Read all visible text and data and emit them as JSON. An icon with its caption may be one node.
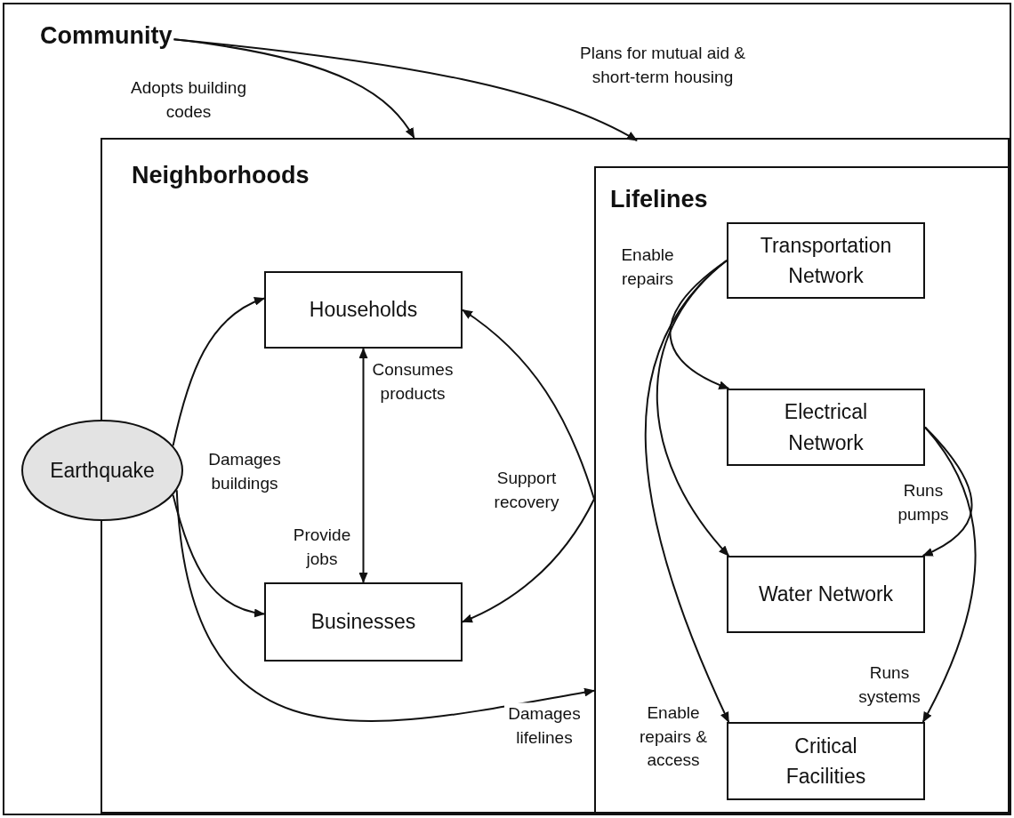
{
  "diagram": {
    "nodes": [
      {
        "text": [
          "Community"
        ]
      },
      {
        "text": [
          "Neighborhoods"
        ],
        "in": 0
      },
      {
        "text": [
          "Lifelines"
        ],
        "in": 1
      },
      {
        "text": [
          "Earthquake"
        ],
        "in": 0
      },
      {
        "text": [
          "Households"
        ],
        "in": 1
      },
      {
        "text": [
          "Businesses"
        ],
        "in": 1
      },
      {
        "text": [
          "Transportation Network"
        ],
        "in": 2
      },
      {
        "text": [
          "Electrical Network"
        ],
        "in": 2
      },
      {
        "text": [
          "Water Network"
        ],
        "in": 2
      },
      {
        "text": [
          "Critical Facilities"
        ],
        "in": 2
      }
    ],
    "edges": [
      {
        "from": 0,
        "to": 1,
        "arrow": "to",
        "label": "Adopts building codes"
      },
      {
        "from": 0,
        "to": 1,
        "arrow": "to",
        "label": "Plans for mutual aid & short-term housing"
      },
      {
        "from": 3,
        "to": 4,
        "arrow": "to",
        "label": "Damages buildings"
      },
      {
        "from": 3,
        "to": 5,
        "arrow": "to"
      },
      {
        "from": 3,
        "to": 2,
        "arrow": "to",
        "label": "Damages lifelines"
      },
      {
        "from": 4,
        "to": 5,
        "arrow": "both",
        "label": "Consumes products"
      },
      {
        "from": 2,
        "to": 4,
        "arrow": "to",
        "label": "Support recovery"
      },
      {
        "from": 2,
        "to": 5,
        "arrow": "to"
      },
      {
        "from": 6,
        "to": 7,
        "arrow": "to",
        "label": "Enable repairs"
      },
      {
        "from": 6,
        "to": 8,
        "arrow": "to"
      },
      {
        "from": 6,
        "to": 9,
        "arrow": "to",
        "label": "Enable repairs & access"
      },
      {
        "from": 7,
        "to": 8,
        "arrow": "to",
        "label": "Runs pumps"
      },
      {
        "from": 7,
        "to": 9,
        "arrow": "to",
        "label": "Runs systems"
      }
    ],
    "labels": [
      "Provide jobs"
    ]
  }
}
